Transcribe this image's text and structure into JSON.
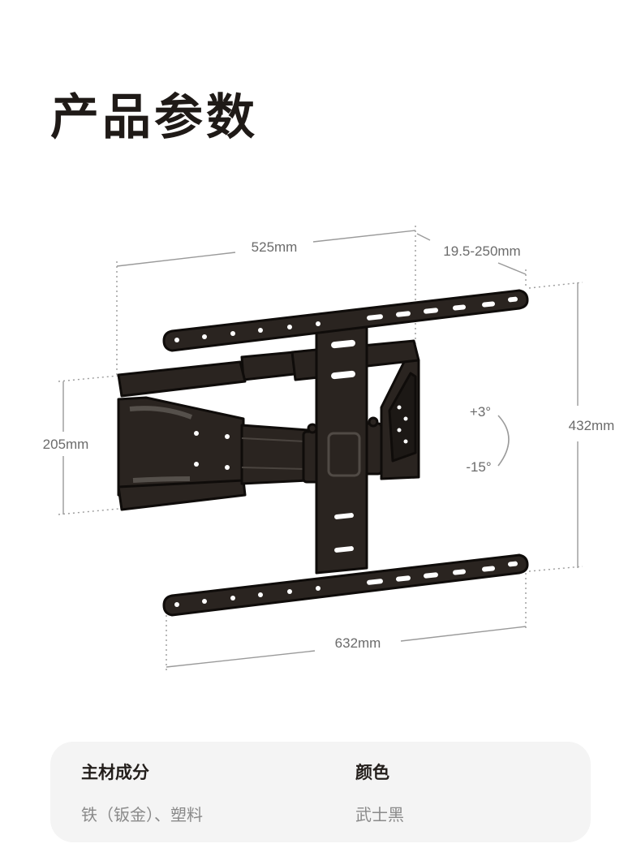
{
  "title": "产品参数",
  "dimensions": {
    "arm_length": "525mm",
    "wall_distance": "19.5-250mm",
    "wall_plate_height": "205mm",
    "total_height": "432mm",
    "total_width": "632mm",
    "tilt_up": "+3°",
    "tilt_down": "-15°"
  },
  "specs": [
    {
      "label": "主材成分",
      "value": "铁（钣金）、塑料"
    },
    {
      "label": "颜色",
      "value": "武士黑"
    }
  ],
  "colors": {
    "bracket": "#2a2420",
    "bracket_outline": "#0f0c0a",
    "dimension_line": "#9a9a9a",
    "card_background": "#f4f4f4"
  }
}
